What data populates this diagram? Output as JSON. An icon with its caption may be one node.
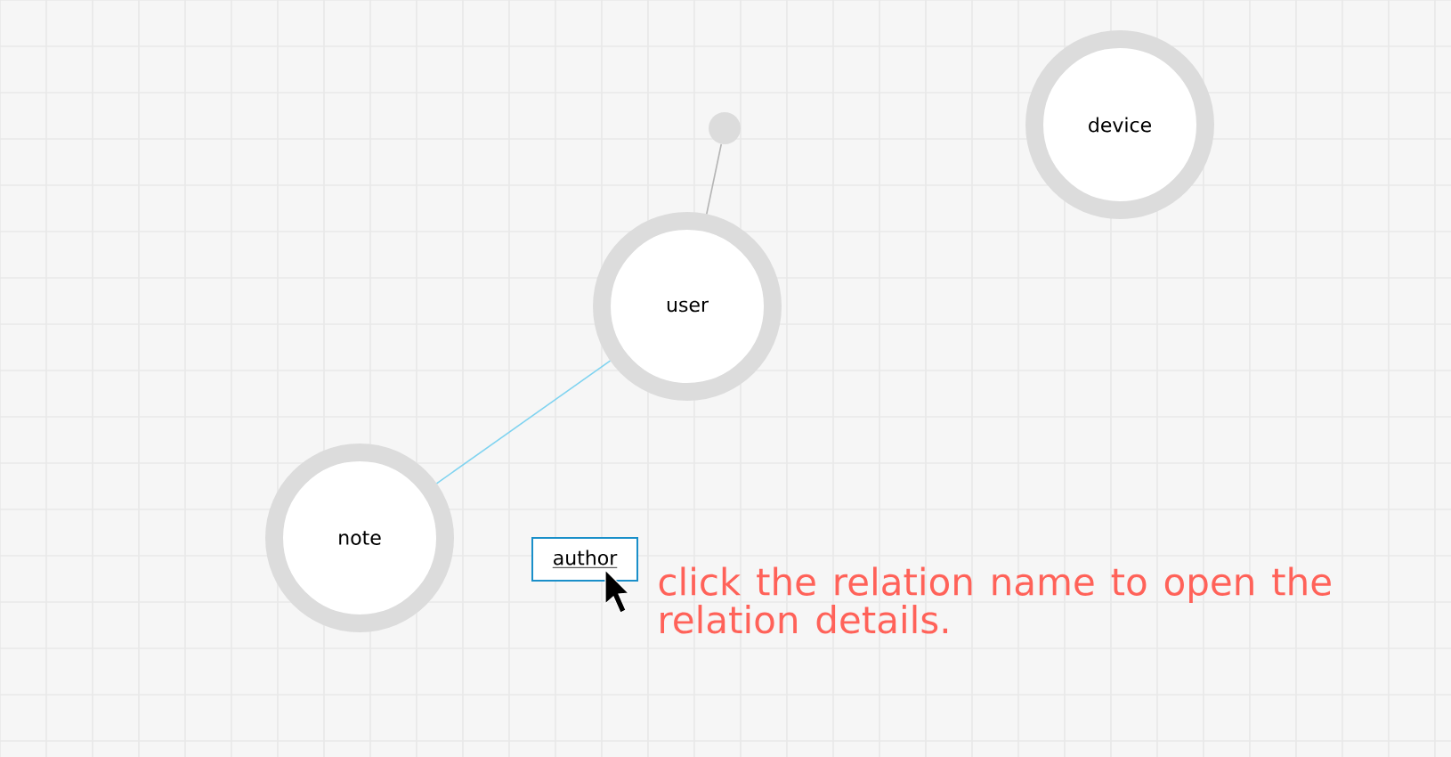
{
  "diagram": {
    "nodes": [
      {
        "text": [
          "user"
        ]
      },
      {
        "text": [
          "note"
        ]
      },
      {
        "text": [
          "device"
        ]
      },
      {
        "text": [],
        "shape": "circle"
      }
    ],
    "edges": [
      {
        "from": 3,
        "to": 0,
        "arrow": "none",
        "color": "#b4b4b4"
      },
      {
        "from": 0,
        "to": 1,
        "arrow": "none",
        "color": "#7fd3f0"
      }
    ],
    "labels": [
      "author",
      "click the relation name to open the relation details."
    ]
  }
}
